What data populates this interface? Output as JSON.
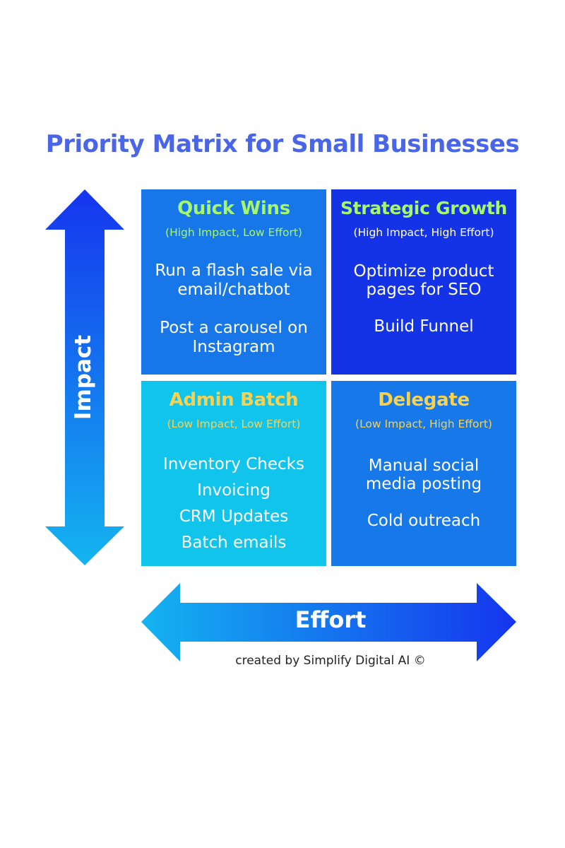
{
  "title": "Priority Matrix for Small Businesses",
  "axes": {
    "vertical": "Impact",
    "horizontal": "Effort"
  },
  "quadrants": {
    "top_left": {
      "heading": "Quick Wins",
      "subheading": "(High Impact, Low Effort)",
      "items": [
        "Run a flash sale via email/chatbot",
        "Post a  carousel on Instagram"
      ]
    },
    "top_right": {
      "heading": "Strategic Growth",
      "subheading": "(High Impact, High Effort)",
      "items": [
        "Optimize product pages for SEO",
        "Build Funnel"
      ]
    },
    "bottom_left": {
      "heading": "Admin Batch",
      "subheading": "(Low Impact, Low Effort)",
      "items": [
        "Inventory Checks",
        "Invoicing",
        "CRM Updates",
        "Batch emails"
      ]
    },
    "bottom_right": {
      "heading": "Delegate",
      "subheading": "(Low Impact, High Effort)",
      "items": [
        "Manual social media posting",
        "Cold outreach"
      ]
    }
  },
  "credit": "created by Simplify Digital AI ©",
  "colors": {
    "title": "#4a66e8",
    "quick_wins_bg": "#1776e8",
    "strategic_growth_bg": "#1533e6",
    "admin_batch_bg": "#10c4ec",
    "delegate_bg": "#1778ea",
    "heading_green": "#a6f86a",
    "heading_yellow": "#f8d24e",
    "arrow_light": "#14b4f0",
    "arrow_dark": "#1535ee"
  }
}
